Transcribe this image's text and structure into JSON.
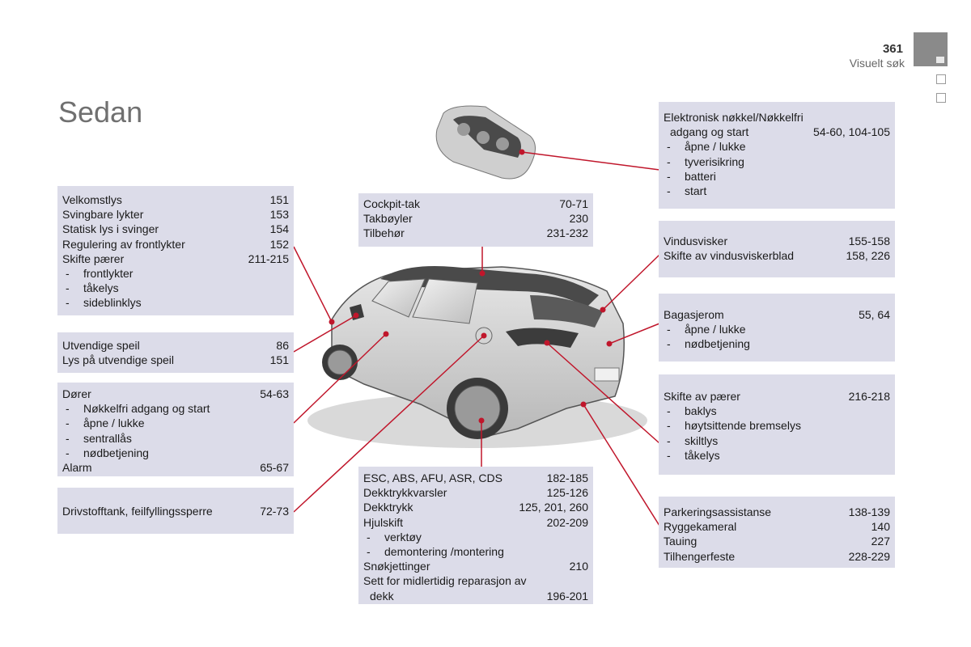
{
  "header": {
    "page_number": "361",
    "section": "Visuelt søk"
  },
  "title": "Sedan",
  "boxes": {
    "lights": {
      "rows": [
        {
          "label": "Velkomstlys",
          "ref": "151"
        },
        {
          "label": "Svingbare lykter",
          "ref": "153"
        },
        {
          "label": "Statisk lys i svinger",
          "ref": "154"
        },
        {
          "label": "Regulering av frontlykter",
          "ref": "152"
        },
        {
          "label": "Skifte pærer",
          "ref": "211-215"
        }
      ],
      "subs": [
        "frontlykter",
        "tåkelys",
        "sideblinklys"
      ]
    },
    "mirrors": {
      "rows": [
        {
          "label": "Utvendige speil",
          "ref": "86"
        },
        {
          "label": "Lys på utvendige speil",
          "ref": "151"
        }
      ]
    },
    "doors": {
      "row1": {
        "label": "Dører",
        "ref": "54-63"
      },
      "subs": [
        "Nøkkelfri adgang og start",
        "åpne / lukke",
        "sentrallås",
        "nødbetjening"
      ],
      "row2": {
        "label": "Alarm",
        "ref": "65-67"
      }
    },
    "fuel": {
      "row": {
        "label": "Drivstofftank, feilfyllingssperre",
        "ref": "72-73"
      }
    },
    "roof": {
      "rows": [
        {
          "label": "Cockpit-tak",
          "ref": "70-71"
        },
        {
          "label": "Takbøyler",
          "ref": "230"
        },
        {
          "label": "Tilbehør",
          "ref": "231-232"
        }
      ]
    },
    "wheels": {
      "rows": [
        {
          "label": "ESC, ABS, AFU, ASR, CDS",
          "ref": "182-185"
        },
        {
          "label": "Dekktrykkvarsler",
          "ref": "125-126"
        },
        {
          "label": "Dekktrykk",
          "ref": "125, 201, 260"
        },
        {
          "label": "Hjulskift",
          "ref": "202-209"
        }
      ],
      "subs": [
        "verktøy",
        "demontering /montering"
      ],
      "rows2": [
        {
          "label": "Snøkjettinger",
          "ref": "210"
        }
      ],
      "repair_line1": "Sett for midlertidig reparasjon av",
      "repair_line2": {
        "label": "dekk",
        "ref": "196-201"
      }
    },
    "key": {
      "line1": "Elektronisk nøkkel/Nøkkelfri",
      "line2": {
        "label": "adgang og start",
        "ref": "54-60, 104-105"
      },
      "subs": [
        "åpne / lukke",
        "tyverisikring",
        "batteri",
        "start"
      ]
    },
    "wipers": {
      "rows": [
        {
          "label": "Vindusvisker",
          "ref": "155-158"
        },
        {
          "label": "Skifte av vindusviskerblad",
          "ref": "158, 226"
        }
      ]
    },
    "boot": {
      "row": {
        "label": "Bagasjerom",
        "ref": "55, 64"
      },
      "subs": [
        "åpne / lukke",
        "nødbetjening"
      ]
    },
    "rear_lights": {
      "row": {
        "label": "Skifte av pærer",
        "ref": "216-218"
      },
      "subs": [
        "baklys",
        "høytsittende bremselys",
        "skiltlys",
        "tåkelys"
      ]
    },
    "parking": {
      "rows": [
        {
          "label": "Parkeringsassistanse",
          "ref": "138-139"
        },
        {
          "label": "Ryggekameral",
          "ref": "140"
        },
        {
          "label": "Tauing",
          "ref": "227"
        },
        {
          "label": "Tilhengerfeste",
          "ref": "228-229"
        }
      ]
    }
  },
  "colors": {
    "box_bg": "#dcdce9",
    "leader": "#c0162b",
    "title": "#707070"
  }
}
